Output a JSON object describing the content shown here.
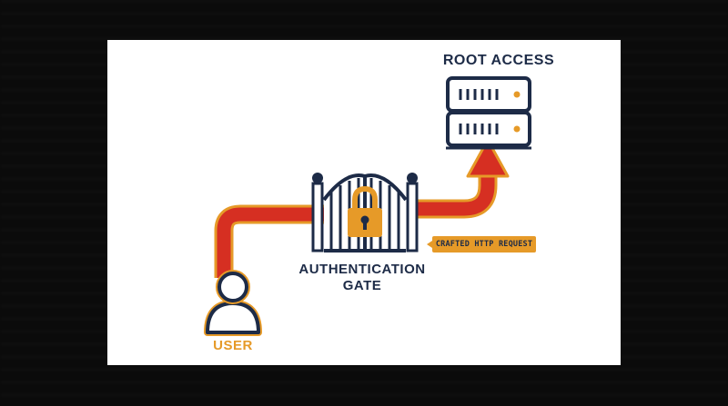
{
  "labels": {
    "root_access": "ROOT ACCESS",
    "gate_line1": "AUTHENTICATION",
    "gate_line2": "GATE",
    "user": "USER",
    "request_badge": "CRAFTED HTTP REQUEST"
  },
  "colors": {
    "navy": "#1d2b47",
    "orange": "#e69a28",
    "red": "#d62f22",
    "background": "#0b0b0b",
    "card": "#ffffff"
  },
  "icons": [
    "user-icon",
    "gate-icon",
    "lock-icon",
    "server-icon",
    "arrow-icon"
  ]
}
